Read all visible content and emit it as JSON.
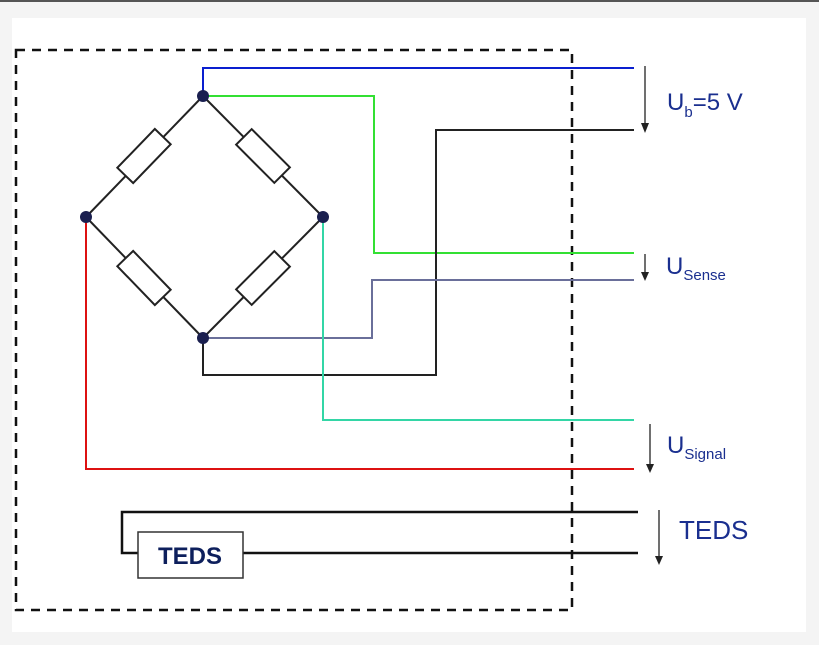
{
  "labels": {
    "ub_main": "U",
    "ub_sub": "b",
    "ub_rest": "=5 V",
    "sense_main": "U",
    "sense_sub": "Sense",
    "signal_main": "U",
    "signal_sub": "Signal",
    "teds_right": "TEDS",
    "teds_box": "TEDS"
  },
  "colors": {
    "supply_blue": "#0a1fcf",
    "sense_green": "#33e033",
    "sense_gray": "#6a6f9a",
    "signal_teal": "#33d6a6",
    "ground_red": "#dd1111",
    "wire_black": "#222222",
    "label_blue": "#1a2f8f",
    "node_fill": "#1a1f4f"
  }
}
